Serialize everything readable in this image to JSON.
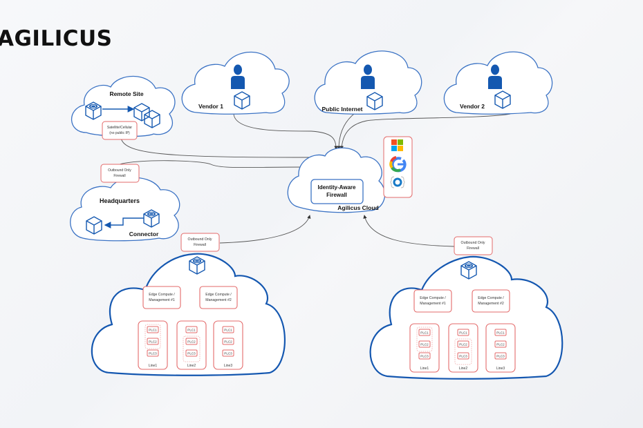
{
  "brand": {
    "logo_text": "AGILICUS"
  },
  "colors": {
    "cloud_stroke": "#3a72c4",
    "cloud_stroke_dark": "#1457b0",
    "box_stroke": "#e36a6a",
    "icon_blue": "#1458b0",
    "connector_line": "#555555"
  },
  "remote_site": {
    "title": "Remote Site",
    "firewall_label_1": "Satellite/Cellular",
    "firewall_label_2": "(no public IP)"
  },
  "headquarters": {
    "title": "Headquarters",
    "connector_label": "Connector",
    "firewall_label_1": "Outbound Only",
    "firewall_label_2": "Firewall"
  },
  "vendor1": {
    "title": "Vendor 1"
  },
  "public_internet": {
    "title": "Public Internet"
  },
  "vendor2": {
    "title": "Vendor 2"
  },
  "agilicus_cloud": {
    "title": "Agilicus Cloud",
    "firewall_line_1": "Identity-Aware",
    "firewall_line_2": "Firewall",
    "identity_providers": [
      "microsoft-icon",
      "google-icon",
      "openid-icon"
    ]
  },
  "site_left": {
    "firewall_label_1": "Outbound Only",
    "firewall_label_2": "Firewall",
    "edge": [
      {
        "line1": "Edge Compute /",
        "line2": "Management #1"
      },
      {
        "line1": "Edge Compute /",
        "line2": "Management #2"
      }
    ],
    "lines": [
      {
        "name": "Line1",
        "plcs": [
          "PLC1",
          "PLC2",
          "PLC3"
        ]
      },
      {
        "name": "Line2",
        "plcs": [
          "PLC1",
          "PLC2",
          "PLC3"
        ]
      },
      {
        "name": "Line3",
        "plcs": [
          "PLC1",
          "PLC2",
          "PLC3"
        ]
      }
    ]
  },
  "site_right": {
    "firewall_label_1": "Outbound Only",
    "firewall_label_2": "Firewall",
    "edge": [
      {
        "line1": "Edge Compute /",
        "line2": "Management #1"
      },
      {
        "line1": "Edge Compute /",
        "line2": "Management #2"
      }
    ],
    "lines": [
      {
        "name": "Line1",
        "plcs": [
          "PLC1",
          "PLC2",
          "PLC3"
        ]
      },
      {
        "name": "Line2",
        "plcs": [
          "PLC1",
          "PLC2",
          "PLC3"
        ]
      },
      {
        "name": "Line3",
        "plcs": [
          "PLC1",
          "PLC2",
          "PLC3"
        ]
      }
    ]
  }
}
